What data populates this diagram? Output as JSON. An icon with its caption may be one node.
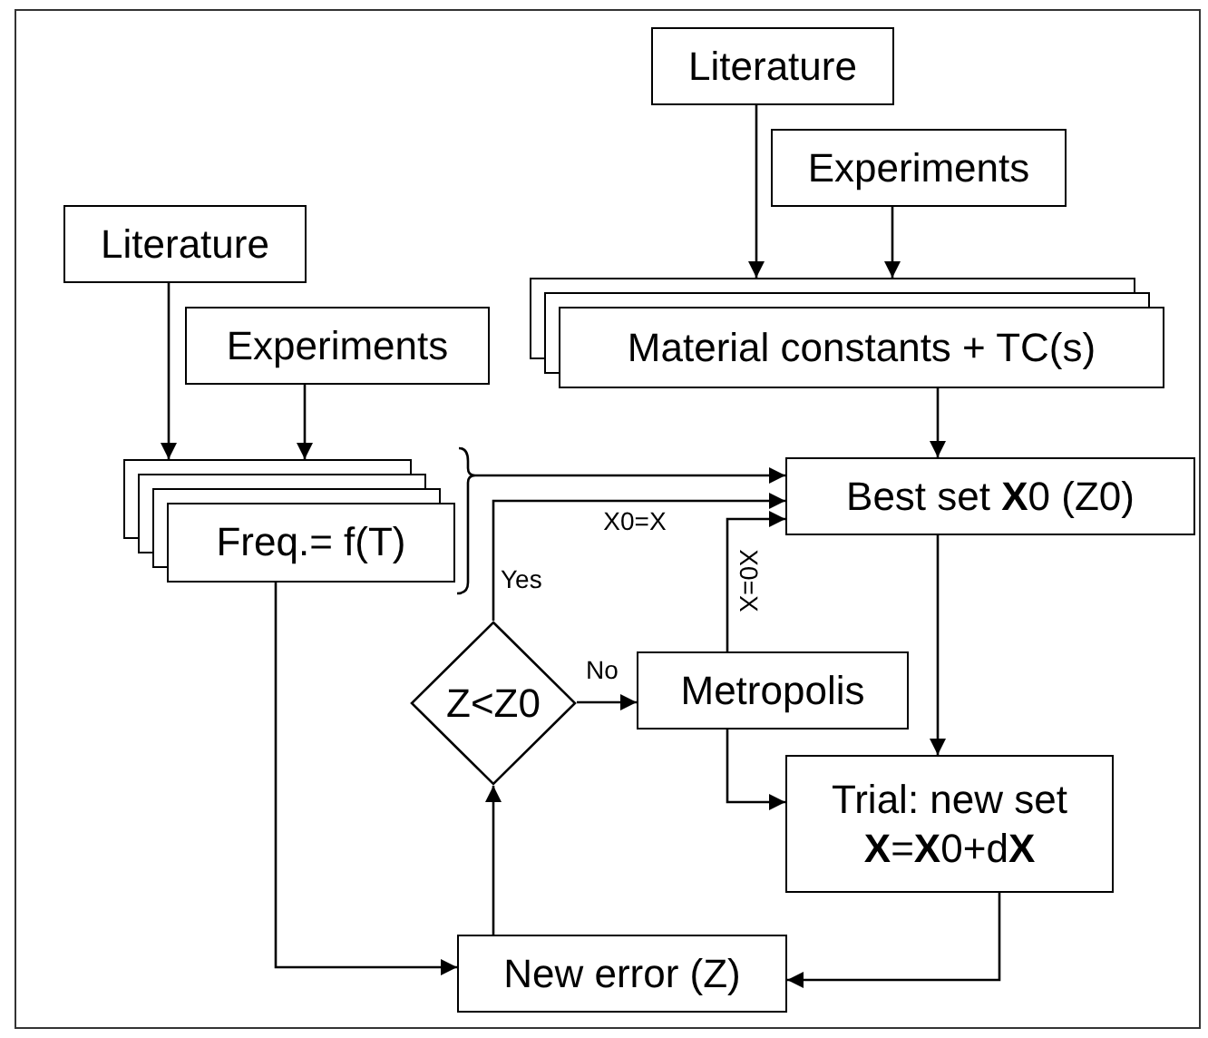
{
  "diagram": {
    "nodes": [
      {
        "text": [
          "Literature"
        ]
      },
      {
        "text": [
          "Experiments"
        ]
      },
      {
        "text": [
          "Material constants + TC(s)"
        ]
      },
      {
        "text": [
          "Literature"
        ]
      },
      {
        "text": [
          "Experiments"
        ]
      },
      {
        "text": [
          "Freq.= f(T)"
        ]
      },
      {
        "text": [
          "Best set **X**0 (Z0)"
        ]
      },
      {
        "text": [
          "Z<Z0"
        ]
      },
      {
        "text": [
          "Metropolis"
        ]
      },
      {
        "text": [
          "Trial: new set **X**=**X**0+d**X**"
        ]
      },
      {
        "text": [
          "New error (Z)"
        ]
      }
    ],
    "edges": [
      {
        "from": 0,
        "to": 2,
        "arrow": "to"
      },
      {
        "from": 1,
        "to": 2,
        "arrow": "to"
      },
      {
        "from": 3,
        "to": 5,
        "arrow": "to"
      },
      {
        "from": 4,
        "to": 5,
        "arrow": "to"
      },
      {
        "from": 2,
        "to": 6,
        "arrow": "to"
      },
      {
        "from": 5,
        "to": 6,
        "arrow": "to"
      },
      {
        "from": 7,
        "to": 6,
        "arrow": "to",
        "label": "X0=X"
      },
      {
        "from": 8,
        "to": 6,
        "arrow": "to",
        "label": "X0=X"
      },
      {
        "from": 7,
        "to": 8,
        "arrow": "to",
        "label": "No"
      },
      {
        "from": 8,
        "to": 9,
        "arrow": "to"
      },
      {
        "from": 6,
        "to": 9,
        "arrow": "to"
      },
      {
        "from": 9,
        "to": 10,
        "arrow": "to"
      },
      {
        "from": 5,
        "to": 10,
        "arrow": "to"
      },
      {
        "from": 10,
        "to": 7,
        "arrow": "to"
      }
    ],
    "labels": [
      "Yes"
    ]
  }
}
